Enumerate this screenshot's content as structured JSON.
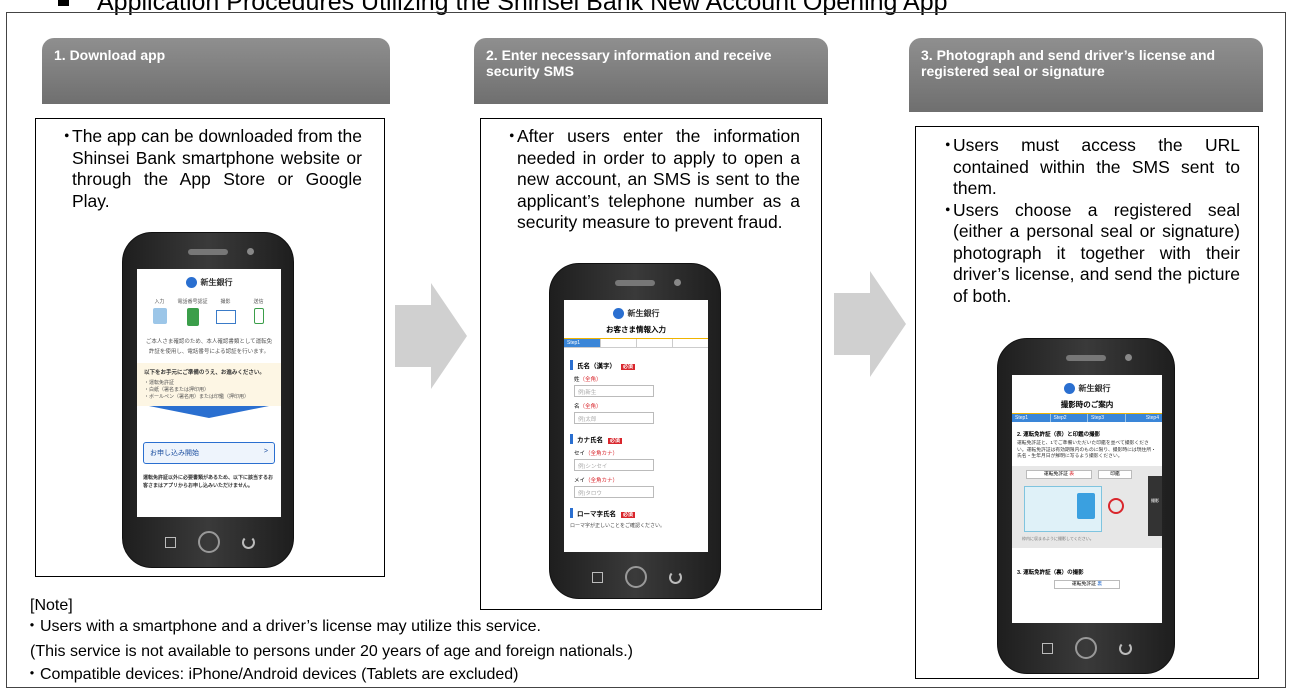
{
  "page_title": "Application Procedures Utilizing the Shinsei Bank New Account Opening App",
  "steps": [
    {
      "header": "1. Download app",
      "lines": [
        "The app can be downloaded from the Shinsei Bank smartphone website or through the App Store or Google Play."
      ]
    },
    {
      "header": "2. Enter necessary information and receive security SMS",
      "lines": [
        "After users enter the information needed in order to apply to open a new account, an SMS is sent to the applicant’s telephone number as a security measure to prevent fraud."
      ]
    },
    {
      "header": "3. Photograph and send driver’s license and registered seal or signature",
      "lines": [
        "Users must access the URL contained within the SMS sent to them.",
        "Users choose a registered seal (either a personal seal or signature) photograph it together with their driver’s license, and send the picture of both."
      ]
    }
  ],
  "bullet_glyph": "・",
  "phone1": {
    "logo": "新生銀行",
    "icons": [
      "入力",
      "電話番号認証",
      "撮影",
      "送信"
    ],
    "intro": "ご本人さま確認のため、本人確認書類として運転免許証を使用し、電話番号による認証を行います。",
    "prep_title": "以下をお手元にご準備のうえ、お進みください。",
    "prep_items": [
      "・運転免許証",
      "・白紙（署名または押印用）",
      "・ボールペン（署名用）または印鑑（押印用）"
    ],
    "start_button": "お申し込み開始",
    "footer_text": "運転免許証以外に必要書類があるため、以下に該当するお客さまはアプリからお申し込みいただけません。"
  },
  "phone2": {
    "logo": "新生銀行",
    "title": "お客さま情報入力",
    "step_tab": "Step1",
    "required": "必須",
    "section_name": "氏名（漢字）",
    "sei_label": "姓",
    "mei_label": "名",
    "zenkaku": "（全角）",
    "sei_placeholder": "例)新生",
    "mei_placeholder": "例)太郎",
    "section_kana": "カナ氏名",
    "sei_kana_label": "セイ",
    "mei_kana_label": "メイ",
    "zenkaku_kana": "（全角カナ）",
    "sei_kana_placeholder": "例)シンセイ",
    "mei_kana_placeholder": "例)タロウ",
    "section_roma": "ローマ字氏名",
    "roma_note": "ローマ字が正しいことをご確認ください。"
  },
  "phone3": {
    "logo": "新生銀行",
    "title": "撮影時のご案内",
    "steps": [
      "Step1",
      "Step2",
      "Step3",
      "Step4"
    ],
    "section1": "2. 運転免許証（表）と印鑑の撮影",
    "section1_text": "運転免許証と、1でご準備いただいた印鑑を並べて撮影ください。運転免許証は有効期限内のものに限り、撮影時には現住所・氏名・生年月日が鮮明に写るよう撮影ください。",
    "license_label": "運転免許証",
    "omote": "表",
    "seal_label": "印鑑",
    "frame_hint": "枠内に収まるように撮影してください。",
    "section2": "3. 運転免許証（裏）の撮影",
    "ura": "裏",
    "side_button": "撮影"
  },
  "note": {
    "heading": "[Note]",
    "lines": [
      "・Users with a smartphone and a driver’s license may utilize this service.",
      "(This service is not available to persons under 20 years of age and foreign nationals.)",
      "・Compatible devices: iPhone/Android devices (Tablets are excluded)"
    ]
  },
  "colors": {
    "header_gray": "#808080",
    "arrow_gray": "#d0d0d0",
    "required_red": "#d9262c",
    "app_blue": "#2a6fd0"
  }
}
